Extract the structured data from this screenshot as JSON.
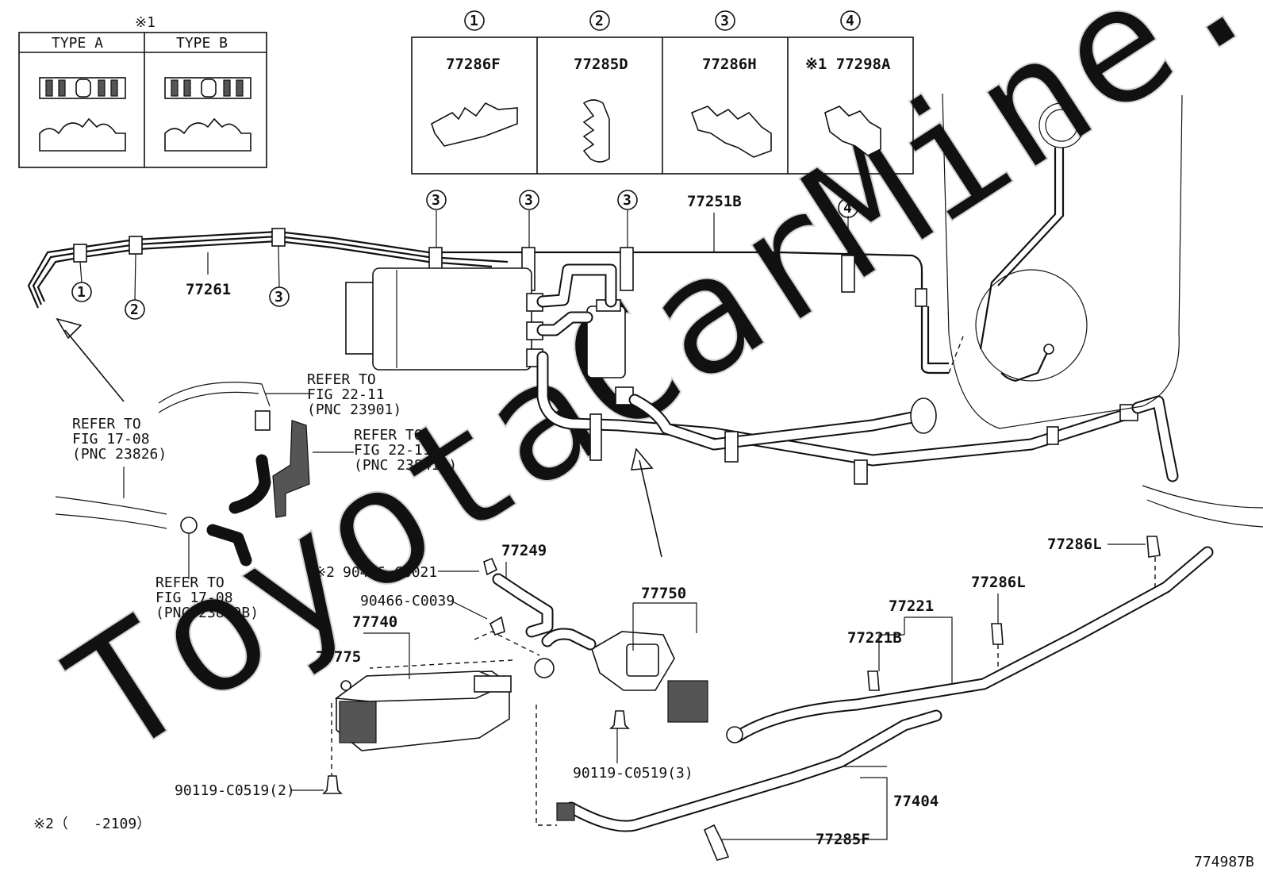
{
  "watermark": "ToyotaCarMine.ru",
  "figure_id": "774987B",
  "type_table": {
    "note_mark": "※1",
    "type_a": "TYPE A",
    "type_b": "TYPE B"
  },
  "clamp_table": {
    "cols": [
      {
        "index": "1",
        "part": "77286F"
      },
      {
        "index": "2",
        "part": "77285D"
      },
      {
        "index": "3",
        "part": "77286H"
      },
      {
        "index": "4",
        "part": "※1 77298A"
      }
    ]
  },
  "callouts": {
    "c1": "1",
    "c2": "2",
    "c3": "3",
    "c4": "4"
  },
  "labels": {
    "p77251B": "77251B",
    "p77261": "77261",
    "p77249": "77249",
    "p77740": "77740",
    "p77775": "77775",
    "p77750": "77750",
    "p77221": "77221",
    "p77221B": "77221B",
    "p77286L_a": "77286L",
    "p77286L_b": "77286L",
    "p77404": "77404",
    "p77285F": "77285F",
    "bolt_a": "90119-C0519(2)",
    "bolt_b": "90119-C0519(3)",
    "clip_a_mark": "※2",
    "clip_a": "90466-C0021",
    "clip_b": "90466-C0039"
  },
  "refs": {
    "r1": [
      "REFER TO",
      "FIG 22-11",
      "(PNC 23901)"
    ],
    "r2": [
      "REFER TO",
      "FIG 22-11",
      "(PNC 23841B)"
    ],
    "r3": [
      "REFER TO",
      "FIG 17-08",
      "(PNC 23826)"
    ],
    "r4": [
      "REFER TO",
      "FIG 17-08",
      "(PNC 23829B)"
    ]
  },
  "footnote": {
    "mark": "※2（",
    "range": "-2109）"
  }
}
